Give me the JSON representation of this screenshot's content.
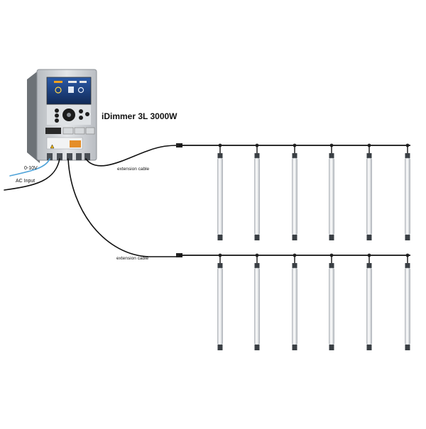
{
  "title": "iDimmer 3L 3000W",
  "labels": {
    "control_input": "0-10V",
    "ac_input": "AC Input",
    "extension_cable_1": "extension cable",
    "extension_cable_2": "extension cable"
  },
  "device": {
    "screen_icons": [
      "sun-icon",
      "info-icon",
      "gender-icon"
    ]
  },
  "lamp_rows": [
    {
      "name": "upper-row",
      "count": 6
    },
    {
      "name": "lower-row",
      "count": 6
    }
  ],
  "colors": {
    "cable": "#111111",
    "control_cable": "#4fa3d9",
    "screen": "#1b3e7a",
    "enclosure": "#c9ccd0",
    "tube": "#e9ecef"
  }
}
